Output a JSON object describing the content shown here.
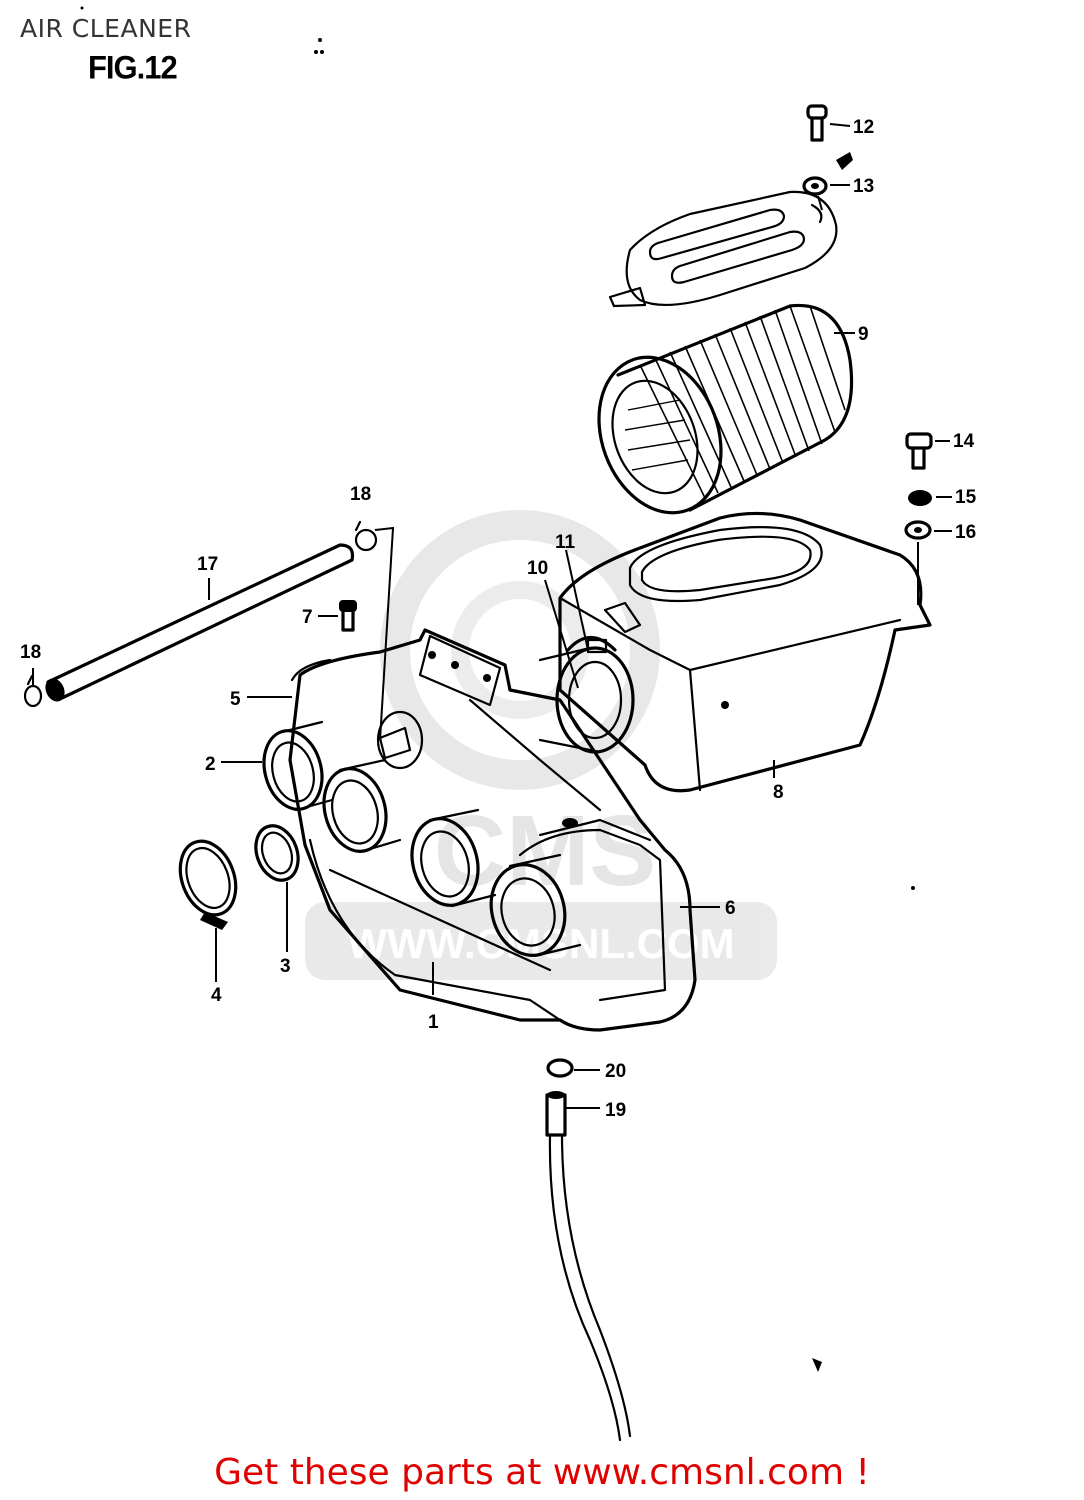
{
  "page_title": "AIR CLEANER",
  "figure_label": "FIG.12",
  "watermark": {
    "text": "WWW.CMSNL.COM",
    "brand": "CMS"
  },
  "callouts": [
    "1",
    "2",
    "3",
    "4",
    "5",
    "6",
    "7",
    "8",
    "9",
    "10",
    "11",
    "12",
    "13",
    "14",
    "15",
    "16",
    "17",
    "18",
    "18",
    "19",
    "20"
  ],
  "footer_text": "Get these parts at www.cmsnl.com !",
  "colors": {
    "footer": "#e00000",
    "watermark": "#d0d0d0",
    "title": "#333333"
  }
}
